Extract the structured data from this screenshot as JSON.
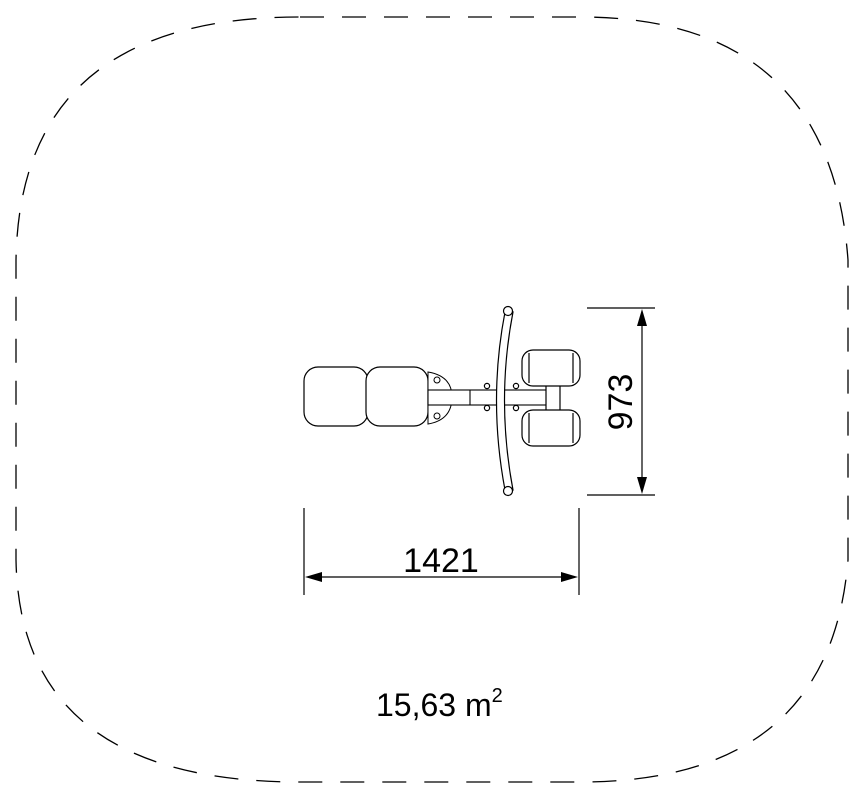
{
  "dimensions": {
    "width_label": "1421",
    "height_label": "973"
  },
  "area": {
    "value": "15,63 m",
    "unit_exponent": "2"
  },
  "colors": {
    "stroke": "#000000",
    "background": "#ffffff"
  }
}
